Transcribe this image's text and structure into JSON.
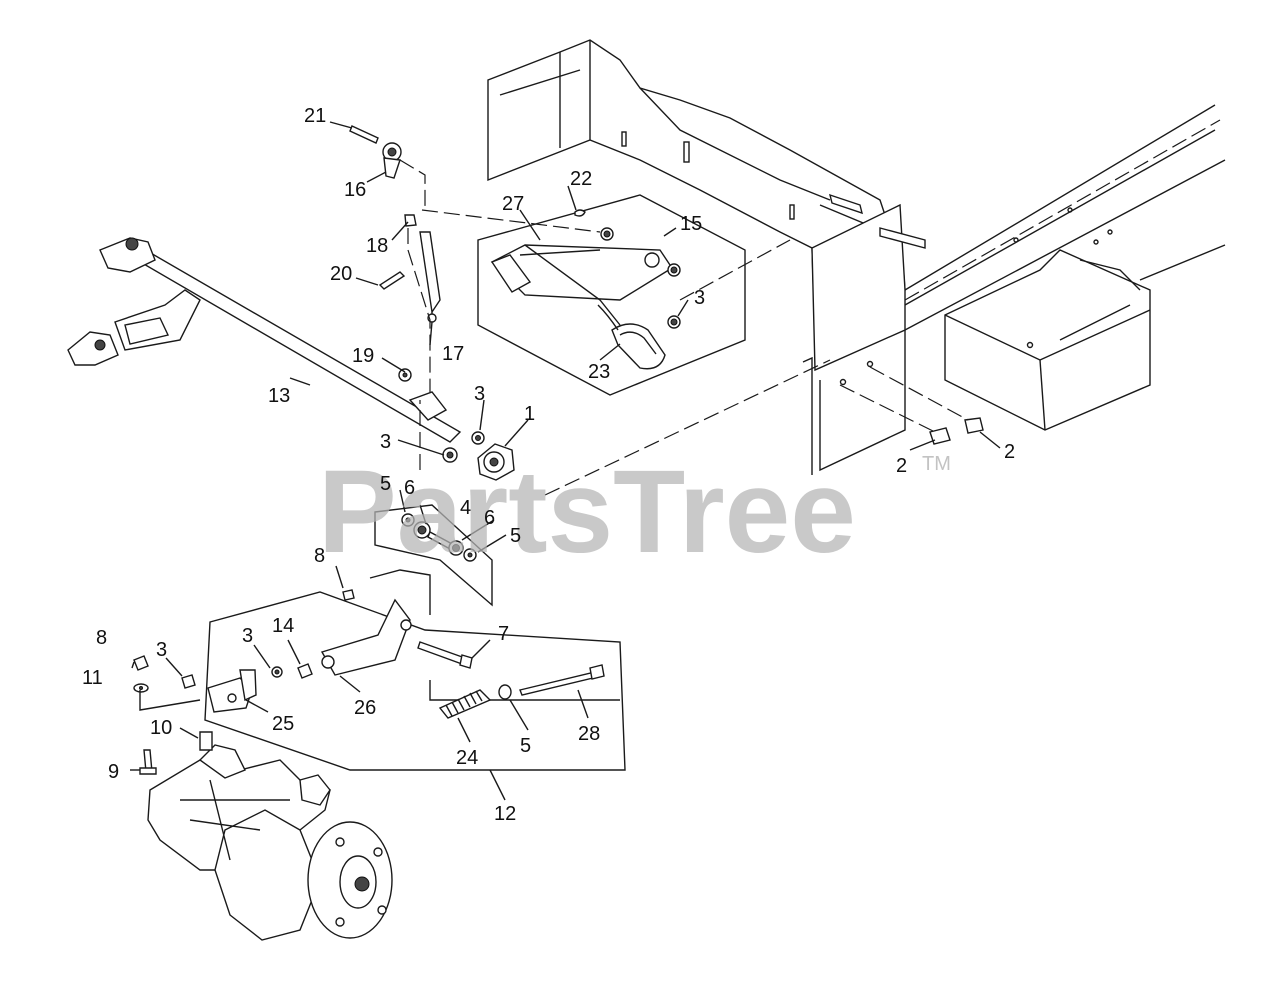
{
  "watermark": {
    "text": "PartsTree",
    "trademark": "TM"
  },
  "callouts": [
    "1",
    "2",
    "2",
    "3",
    "3",
    "3",
    "3",
    "3",
    "4",
    "5",
    "5",
    "5",
    "6",
    "6",
    "7",
    "8",
    "8",
    "9",
    "10",
    "11",
    "12",
    "13",
    "14",
    "15",
    "16",
    "17",
    "18",
    "19",
    "20",
    "21",
    "22",
    "23",
    "24",
    "25",
    "26",
    "27",
    "28"
  ]
}
